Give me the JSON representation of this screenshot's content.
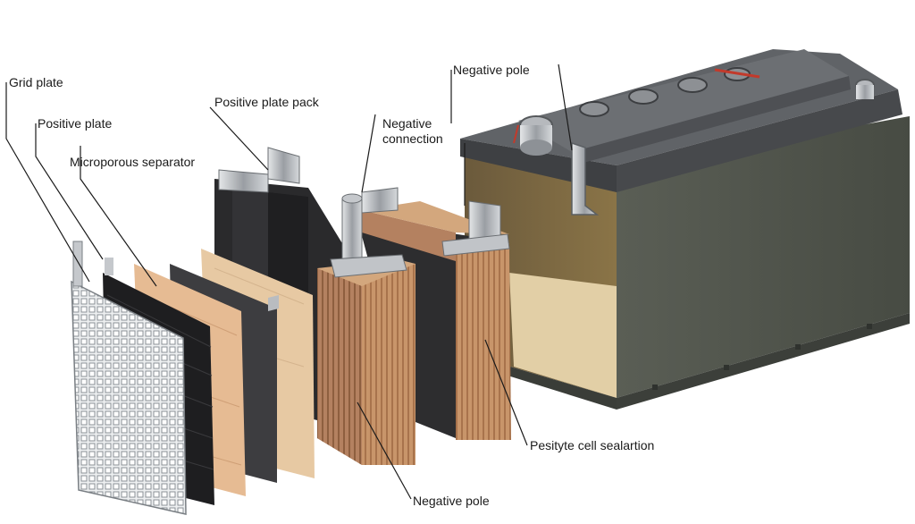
{
  "labels": {
    "grid_plate": "Grid plate",
    "positive_plate": "Positive plate",
    "microporous_separator": "Microporous separator",
    "positive_plate_pack": "Positive plate pack",
    "negative_pole_top": "Negative pole",
    "negative_connection": "Negative\nconnection",
    "pesityte_cell": "Pesityte cell sealartion",
    "negative_pole_bottom": "Negative pole"
  },
  "colors": {
    "case_front": "#4d5249",
    "case_side": "#3a3e36",
    "lid": "#55585a",
    "terminal": "#a8acb0",
    "copper": "#c9976b",
    "separator_dark": "#2b2b2d",
    "grid": "#cfd3d6"
  }
}
